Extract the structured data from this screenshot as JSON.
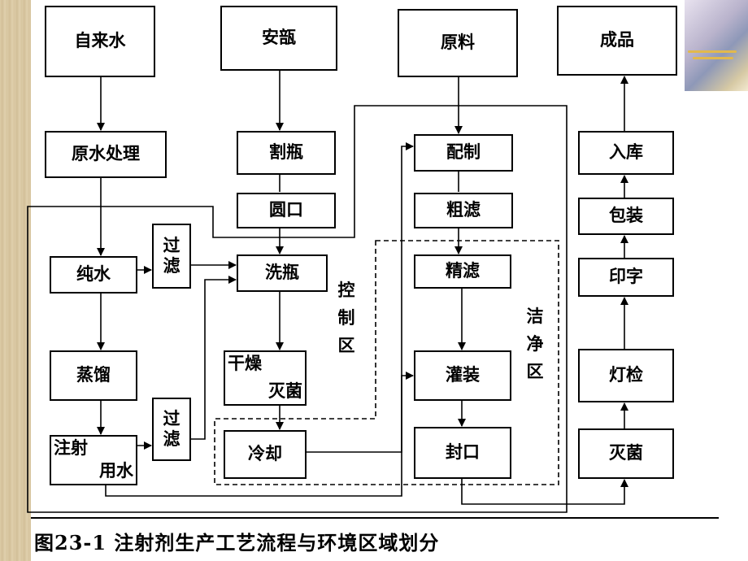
{
  "boxes": {
    "tap_water": "自来水",
    "ampoule": "安瓿",
    "raw_material": "原料",
    "finished_product": "成品",
    "raw_water_treatment": "原水处理",
    "cut_bottle": "割瓶",
    "round_mouth": "圆口",
    "compounding": "配制",
    "coarse_filter": "粗滤",
    "fine_filter": "精滤",
    "warehousing": "入库",
    "packaging": "包装",
    "printing": "印字",
    "purified_water": "纯水",
    "filter_1": "过\n滤",
    "wash_bottle": "洗瓶",
    "distillation": "蒸馏",
    "dry_sterilize_1": "干燥",
    "dry_sterilize_2": "灭菌",
    "filling": "灌装",
    "light_inspection": "灯检",
    "water_for_injection_1": "注射",
    "water_for_injection_2": "用水",
    "filter_2": "过\n滤",
    "cooling": "冷却",
    "sealing": "封口",
    "sterilization": "灭菌"
  },
  "zones": {
    "control_zone": "控制区",
    "clean_zone": "洁净区"
  },
  "caption": "图23-1   注射剂生产工艺流程与环境区域划分"
}
